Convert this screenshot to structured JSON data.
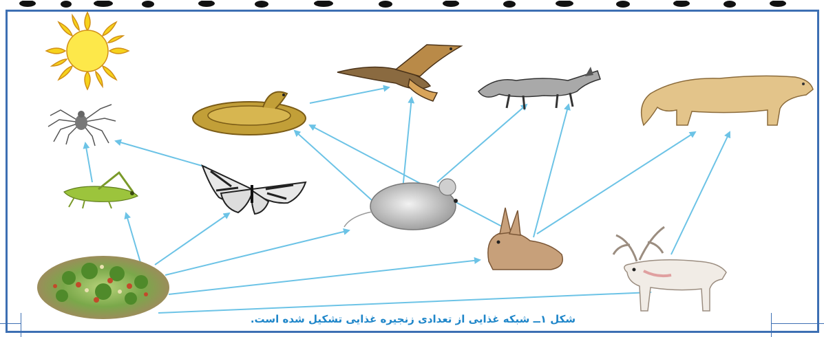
{
  "figure": {
    "caption": "شکل ۱ــ شبکه غذایی از تعدادی زنجیره غذایی تشکیل شده است."
  },
  "organisms": [
    {
      "id": "sun",
      "icon": "sun-icon"
    },
    {
      "id": "spider",
      "icon": "spider-icon"
    },
    {
      "id": "grasshopper",
      "icon": "grasshopper-icon"
    },
    {
      "id": "butterfly",
      "icon": "butterfly-icon"
    },
    {
      "id": "plants",
      "icon": "plants-icon"
    },
    {
      "id": "snake",
      "icon": "snake-icon"
    },
    {
      "id": "hawk",
      "icon": "hawk-icon"
    },
    {
      "id": "fox",
      "icon": "fox-icon"
    },
    {
      "id": "mouse",
      "icon": "mouse-icon"
    },
    {
      "id": "rabbit",
      "icon": "rabbit-icon"
    },
    {
      "id": "cougar",
      "icon": "cougar-icon"
    },
    {
      "id": "deer",
      "icon": "deer-icon"
    }
  ],
  "arrows": [
    {
      "from": "plants",
      "to": "grasshopper"
    },
    {
      "from": "plants",
      "to": "butterfly"
    },
    {
      "from": "plants",
      "to": "mouse"
    },
    {
      "from": "plants",
      "to": "rabbit"
    },
    {
      "from": "plants",
      "to": "deer"
    },
    {
      "from": "grasshopper",
      "to": "spider"
    },
    {
      "from": "butterfly",
      "to": "spider"
    },
    {
      "from": "mouse",
      "to": "snake"
    },
    {
      "from": "mouse",
      "to": "hawk"
    },
    {
      "from": "mouse",
      "to": "fox"
    },
    {
      "from": "rabbit",
      "to": "snake"
    },
    {
      "from": "rabbit",
      "to": "fox"
    },
    {
      "from": "rabbit",
      "to": "cougar"
    },
    {
      "from": "snake",
      "to": "hawk"
    },
    {
      "from": "deer",
      "to": "cougar"
    }
  ],
  "colors": {
    "arrow": "#6cc3e6",
    "border": "#3d6fb3",
    "caption": "#1f86c9"
  }
}
